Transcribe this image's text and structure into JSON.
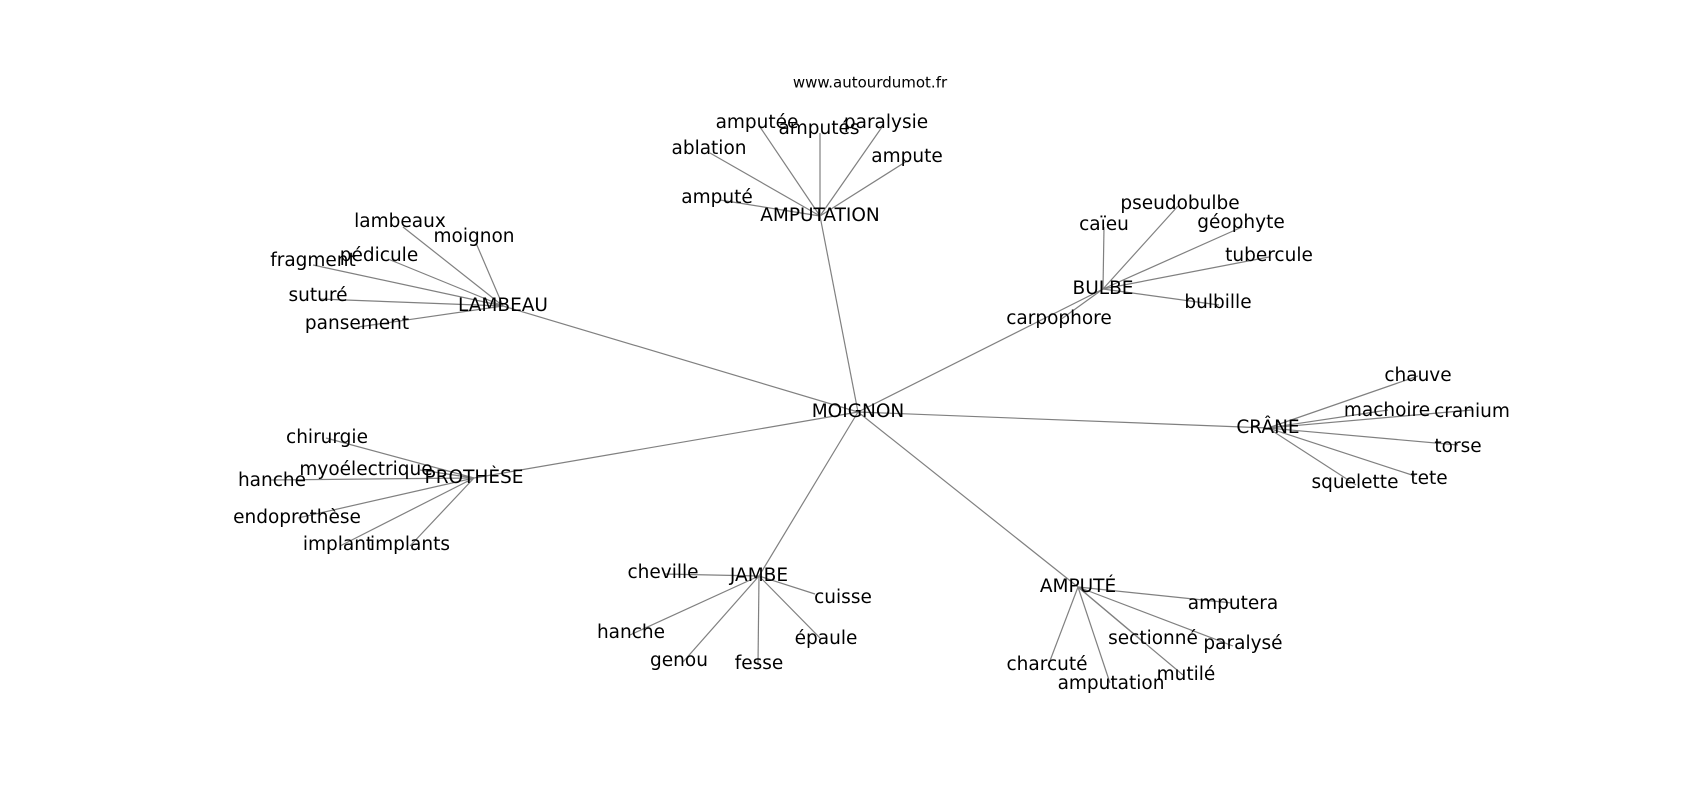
{
  "site_label": "www.autourdumot.fr",
  "center": {
    "id": "moignon",
    "label": "MOIGNON"
  },
  "clusters": [
    {
      "id": "amputation",
      "label": "AMPUTATION",
      "leaves": [
        "amputée",
        "amputés",
        "paralysie",
        "ablation",
        "ampute",
        "amputé"
      ]
    },
    {
      "id": "lambeau",
      "label": "LAMBEAU",
      "leaves": [
        "lambeaux",
        "moignon",
        "pédicule",
        "fragment",
        "suturé",
        "pansement"
      ]
    },
    {
      "id": "bulbe",
      "label": "BULBE",
      "leaves": [
        "pseudobulbe",
        "caïeu",
        "géophyte",
        "tubercule",
        "bulbille",
        "carpophore"
      ]
    },
    {
      "id": "crane",
      "label": "CRÂNE",
      "leaves": [
        "chauve",
        "machoire",
        "cranium",
        "torse",
        "tete",
        "squelette"
      ]
    },
    {
      "id": "prothese",
      "label": "PROTHÈSE",
      "leaves": [
        "chirurgie",
        "myoélectrique",
        "hanche",
        "endoprothèse",
        "implant",
        "implants"
      ]
    },
    {
      "id": "jambe",
      "label": "JAMBE",
      "leaves": [
        "cheville",
        "cuisse",
        "hanche",
        "épaule",
        "genou",
        "fesse"
      ]
    },
    {
      "id": "ampute",
      "label": "AMPUTÉ",
      "leaves": [
        "amputera",
        "sectionné",
        "paralysé",
        "charcuté",
        "mutilé",
        "amputation"
      ]
    }
  ]
}
